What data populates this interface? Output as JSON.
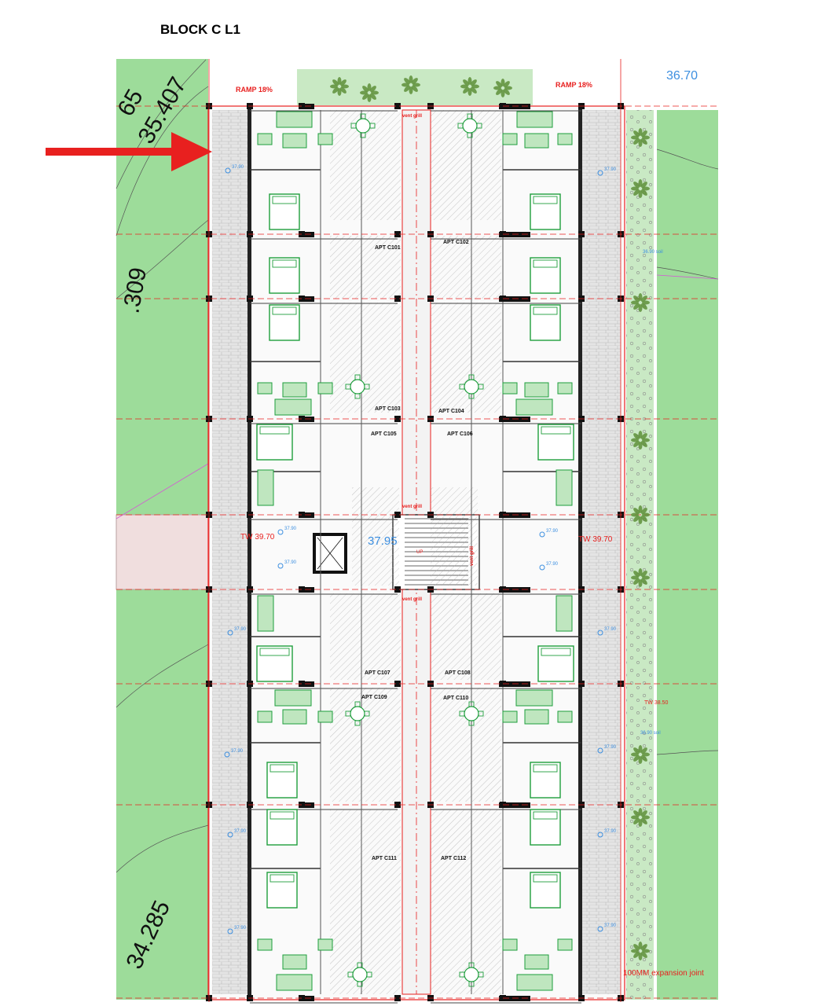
{
  "title": "BLOCK C L1",
  "contours": {
    "c1": "35.407",
    "c2": ".309",
    "c3": "34.285",
    "c4": "65"
  },
  "levels": {
    "top_right": "36.70",
    "center": "37.95",
    "small": "37.90",
    "small_soil": "36.90 soil"
  },
  "labels": {
    "ramp_left": "RAMP 18%",
    "ramp_right": "RAMP 18%",
    "vent_grill": "vent grill",
    "tw_left": "TW 39.70",
    "tw_right": "TW 39.70",
    "tw_side": "TW 38.50",
    "expansion": "100MM expansion joint",
    "stair": "UP"
  },
  "apartments": [
    "APT C101",
    "APT C102",
    "APT C103",
    "APT C104",
    "APT C105",
    "APT C106",
    "APT C107",
    "APT C108",
    "APT C109",
    "APT C110",
    "APT C111",
    "APT C112"
  ],
  "colors": {
    "grass": "#9ddc9a",
    "red": "#e8201f",
    "wall": "#111111",
    "furniture": "#1e9e3c",
    "level_blue": "#3d8fe0",
    "hatch": "#888888",
    "paving": "#d8d8d8"
  }
}
